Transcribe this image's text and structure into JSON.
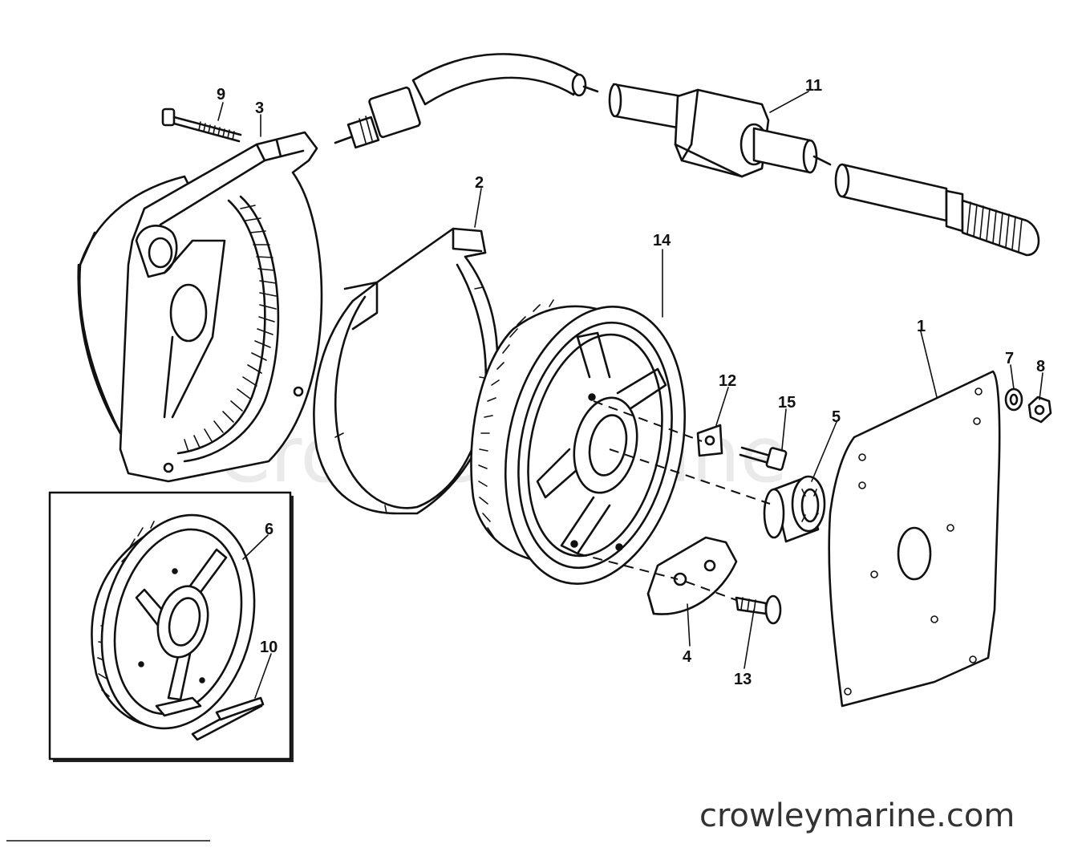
{
  "diagram": {
    "callouts": [
      {
        "id": "1",
        "label": "1"
      },
      {
        "id": "2",
        "label": "2"
      },
      {
        "id": "3",
        "label": "3"
      },
      {
        "id": "4",
        "label": "4"
      },
      {
        "id": "5",
        "label": "5"
      },
      {
        "id": "6",
        "label": "6"
      },
      {
        "id": "7",
        "label": "7"
      },
      {
        "id": "8",
        "label": "8"
      },
      {
        "id": "9",
        "label": "9"
      },
      {
        "id": "10",
        "label": "10"
      },
      {
        "id": "11",
        "label": "11"
      },
      {
        "id": "12",
        "label": "12"
      },
      {
        "id": "13",
        "label": "13"
      },
      {
        "id": "14",
        "label": "14"
      },
      {
        "id": "15",
        "label": "15"
      }
    ]
  },
  "watermark": "CrowleyMarine",
  "footer": "crowleymarine.com",
  "colors": {
    "ink": "#111111",
    "background": "#ffffff",
    "watermark": "#d9d9d9"
  }
}
